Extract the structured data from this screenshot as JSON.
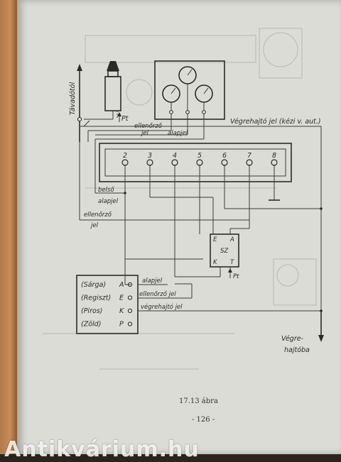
{
  "figure": {
    "caption": "17.13 ábra",
    "page_number": "- 126 -"
  },
  "labels": {
    "tavadotol": "Távadótól",
    "pt_top": "Pt",
    "ellenorzo_jel_top_1": "ellenőrző",
    "ellenorzo_jel_top_2": "jel",
    "alapjel_top": "alapjel",
    "vegrehajto_jel_top": "Végrehajtó jel (kézi v. aut.)",
    "belso_alapjel_1": "belső",
    "belso_alapjel_2": "alapjel",
    "ellenorzo_jel_mid_1": "ellenőrző",
    "ellenorzo_jel_mid_2": "jel",
    "vegrehajtoba_1": "Végre-",
    "vegrehajtoba_2": "hajtóba",
    "pt_bottom": "Pt",
    "alapjel_bottom": "alapjel",
    "ellenorzo_jel_bottom": "ellenőrző jel",
    "vegrehajto_jel_bottom": "végrehajtó jel"
  },
  "terminals": [
    "2",
    "3",
    "4",
    "5",
    "6",
    "7",
    "8"
  ],
  "sz_block": {
    "E": "E",
    "A": "A",
    "SZ": "SZ",
    "K": "K",
    "T": "T"
  },
  "lamp_box": {
    "rows": [
      {
        "name": "(Sárga)",
        "letter": "A"
      },
      {
        "name": "(Regiszt)",
        "letter": "E"
      },
      {
        "name": "(Piros)",
        "letter": "K"
      },
      {
        "name": "(Zöld)",
        "letter": "P"
      }
    ]
  },
  "watermark": "Antikvárium.hu"
}
